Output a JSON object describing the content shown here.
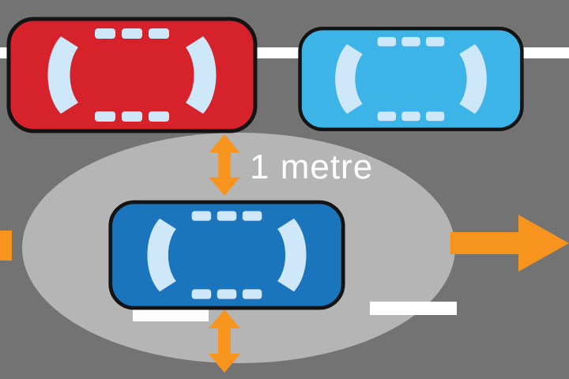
{
  "annotation": {
    "label": "1 metre"
  },
  "colors": {
    "road": "#737373",
    "zone": "#b5b5b5",
    "lane_line": "#ffffff",
    "arrow": "#f7941d",
    "red_car_body": "#d6232b",
    "cyan_car_body": "#3cb4e7",
    "blue_car_body": "#1b75bc",
    "glass": "#cfe8f9",
    "outline": "#141414",
    "text": "#ffffff"
  },
  "cars": [
    {
      "name": "parked-car-red"
    },
    {
      "name": "parked-car-cyan"
    },
    {
      "name": "passing-car-blue"
    }
  ]
}
